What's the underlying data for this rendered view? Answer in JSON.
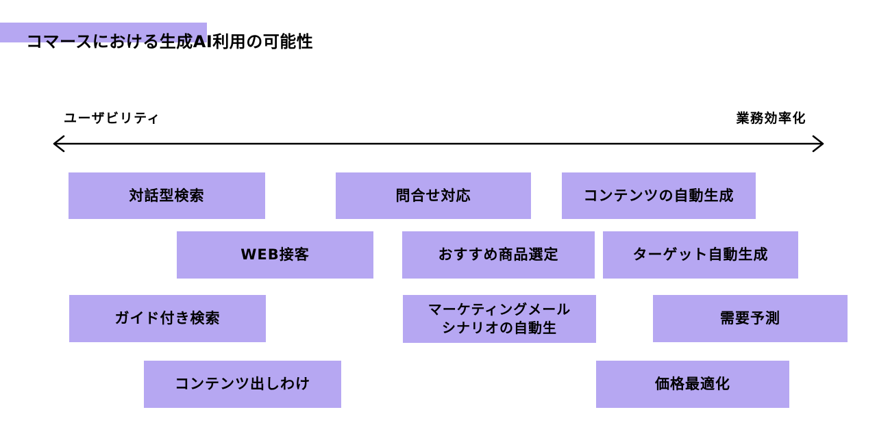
{
  "page": {
    "title": "コマースにおける生成AI利用の可能性",
    "background_color": "#ffffff",
    "accent_color": "#b6a7f2",
    "text_color": "#000000"
  },
  "axis": {
    "left_label": "ユーザビリティ",
    "right_label": "業務効率化",
    "arrow": "double-headed-horizontal"
  },
  "boxes": [
    {
      "label": "対話型検索"
    },
    {
      "label": "問合せ対応"
    },
    {
      "label": "コンテンツの自動生成"
    },
    {
      "label": "WEB接客"
    },
    {
      "label": "おすすめ商品選定"
    },
    {
      "label": "ターゲット自動生成"
    },
    {
      "label": "ガイド付き検索"
    },
    {
      "label": "マーケティングメール\nシナリオの自動生"
    },
    {
      "label": "需要予測"
    },
    {
      "label": "コンテンツ出しわけ"
    },
    {
      "label": "価格最適化"
    }
  ]
}
